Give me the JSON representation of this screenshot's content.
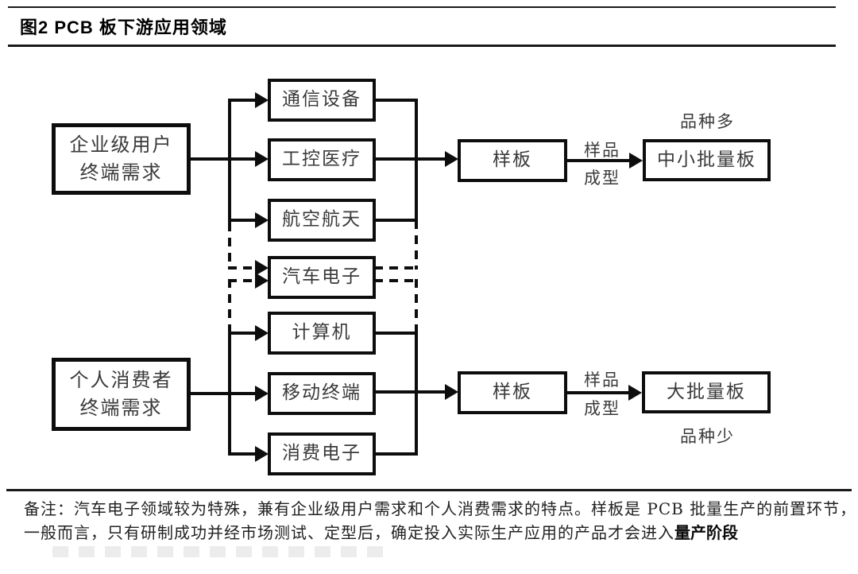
{
  "figure": {
    "title": "图2  PCB 板下游应用领域"
  },
  "diagram": {
    "sources": [
      {
        "line1": "企业级用户",
        "line2": "终端需求"
      },
      {
        "line1": "个人消费者",
        "line2": "终端需求"
      }
    ],
    "applications": [
      "通信设备",
      "工控医疗",
      "航空航天",
      "汽车电子",
      "计算机",
      "移动终端",
      "消费电子"
    ],
    "samples": [
      "样板",
      "样板"
    ],
    "arrow_labels": {
      "line1": "样品",
      "line2": "成型"
    },
    "outputs": [
      "中小批量板",
      "大批量板"
    ],
    "annotations": {
      "top": "品种多",
      "bottom": "品种少"
    }
  },
  "note": {
    "prefix": "备注：",
    "line1": "汽车电子领域较为特殊，兼有企业级用户需求和个人消费需求的特点。样板是 PCB 批量生产的前置环节，",
    "line2": "一般而言，只有研制成功并经市场测试、定型后，确定投入实际生产应用的产品才会进入",
    "line2_bold": "量产阶段"
  },
  "colors": {
    "line": "#0d0d0d",
    "text": "#3a3a3a",
    "background": "#ffffff"
  }
}
